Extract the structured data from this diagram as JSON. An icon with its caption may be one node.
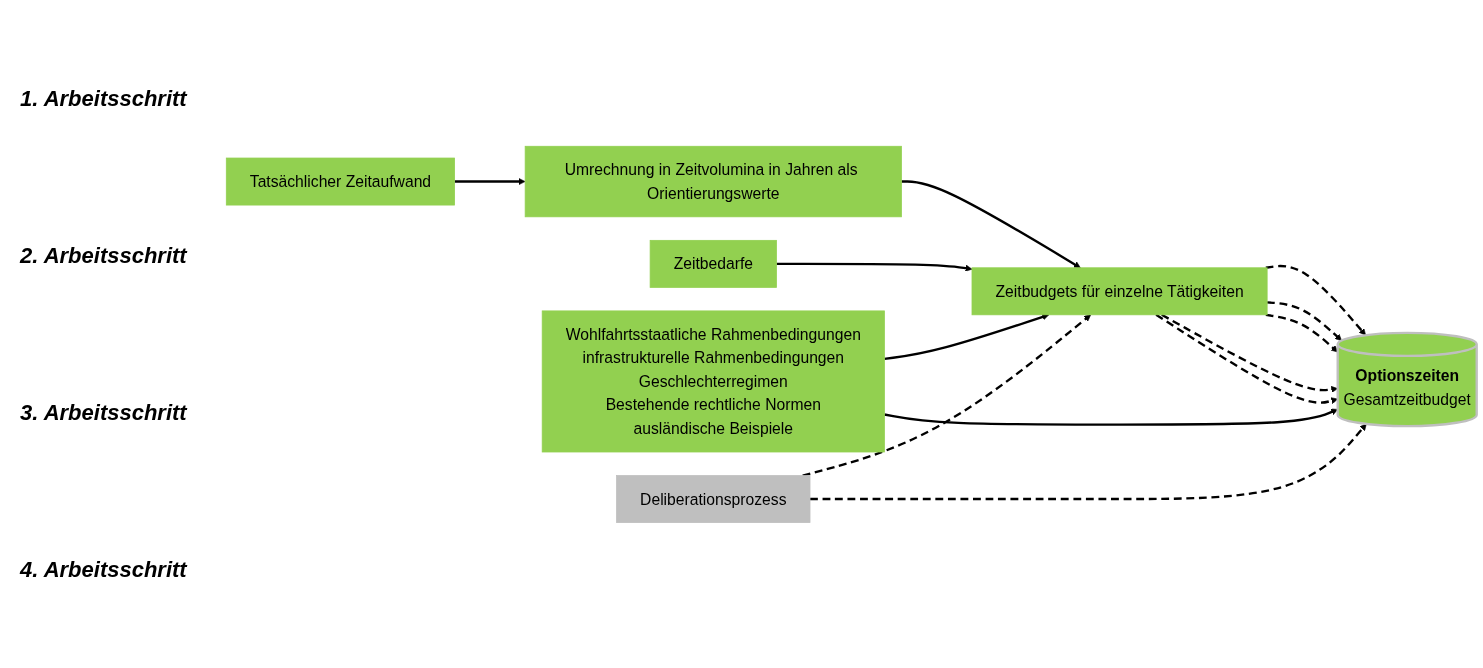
{
  "diagram": {
    "nodes": [
      {
        "text": [
          "Tatsächlicher Zeitaufwand"
        ]
      },
      {
        "text": [
          "Umrechnung in Zeitvolumina in Jahren als Orientierungswerte"
        ]
      },
      {
        "text": [
          "Zeitbedarfe"
        ]
      },
      {
        "text": [
          "Zeitbudgets für einzelne Tätigkeiten"
        ]
      },
      {
        "text": [
          "Wohlfahrtsstaatliche Rahmenbedingungen",
          "infrastrukturelle Rahmenbedingungen",
          "Geschlechterregimen",
          "Bestehende rechtliche Normen",
          "ausländische Beispiele"
        ]
      },
      {
        "text": [
          "Optionszeiten",
          "Gesamtzeitbudget"
        ]
      },
      {
        "text": [
          "Deliberationsprozess"
        ]
      }
    ],
    "edges": [
      {
        "from": 0,
        "to": 1,
        "arrow": "to"
      },
      {
        "from": 1,
        "to": 3,
        "arrow": "to"
      },
      {
        "from": 2,
        "to": 3,
        "arrow": "to"
      },
      {
        "from": 4,
        "to": 3,
        "arrow": "to"
      },
      {
        "from": 4,
        "to": 5,
        "arrow": "to"
      },
      {
        "from": 6,
        "to": 3,
        "arrow": "to",
        "style": "dashed"
      },
      {
        "from": 6,
        "to": 5,
        "arrow": "to",
        "style": "dashed"
      },
      {
        "from": 3,
        "to": 5,
        "arrow": "to",
        "style": "dashed"
      },
      {
        "from": 3,
        "to": 5,
        "arrow": "to",
        "style": "dashed"
      },
      {
        "from": 3,
        "to": 5,
        "arrow": "to",
        "style": "dashed"
      },
      {
        "from": 3,
        "to": 5,
        "arrow": "to",
        "style": "dashed"
      },
      {
        "from": 3,
        "to": 5,
        "arrow": "to",
        "style": "dashed"
      }
    ],
    "labels": [
      "1. Arbeitsschritt",
      "2. Arbeitsschritt",
      "3. Arbeitsschritt",
      "4. Arbeitsschritt"
    ]
  }
}
